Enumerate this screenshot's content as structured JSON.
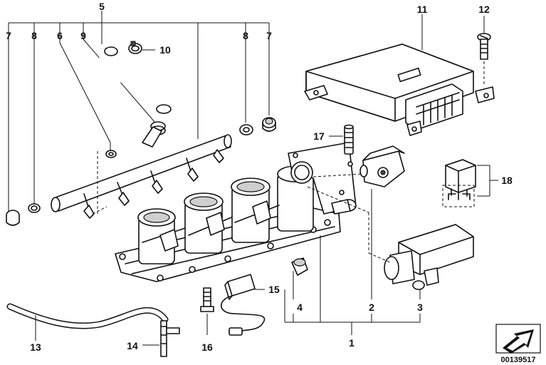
{
  "callouts": [
    {
      "id": "1",
      "label": "1"
    },
    {
      "id": "2",
      "label": "2"
    },
    {
      "id": "3",
      "label": "3"
    },
    {
      "id": "4",
      "label": "4"
    },
    {
      "id": "5",
      "label": "5"
    },
    {
      "id": "6",
      "label": "6"
    },
    {
      "id": "7a",
      "label": "7"
    },
    {
      "id": "7b",
      "label": "7"
    },
    {
      "id": "8a",
      "label": "8"
    },
    {
      "id": "8b",
      "label": "8"
    },
    {
      "id": "9",
      "label": "9"
    },
    {
      "id": "10",
      "label": "10"
    },
    {
      "id": "11",
      "label": "11"
    },
    {
      "id": "12",
      "label": "12"
    },
    {
      "id": "13",
      "label": "13"
    },
    {
      "id": "14",
      "label": "14"
    },
    {
      "id": "15",
      "label": "15"
    },
    {
      "id": "16",
      "label": "16"
    },
    {
      "id": "17",
      "label": "17"
    },
    {
      "id": "18",
      "label": "18"
    }
  ],
  "diagram_number": "00139517"
}
